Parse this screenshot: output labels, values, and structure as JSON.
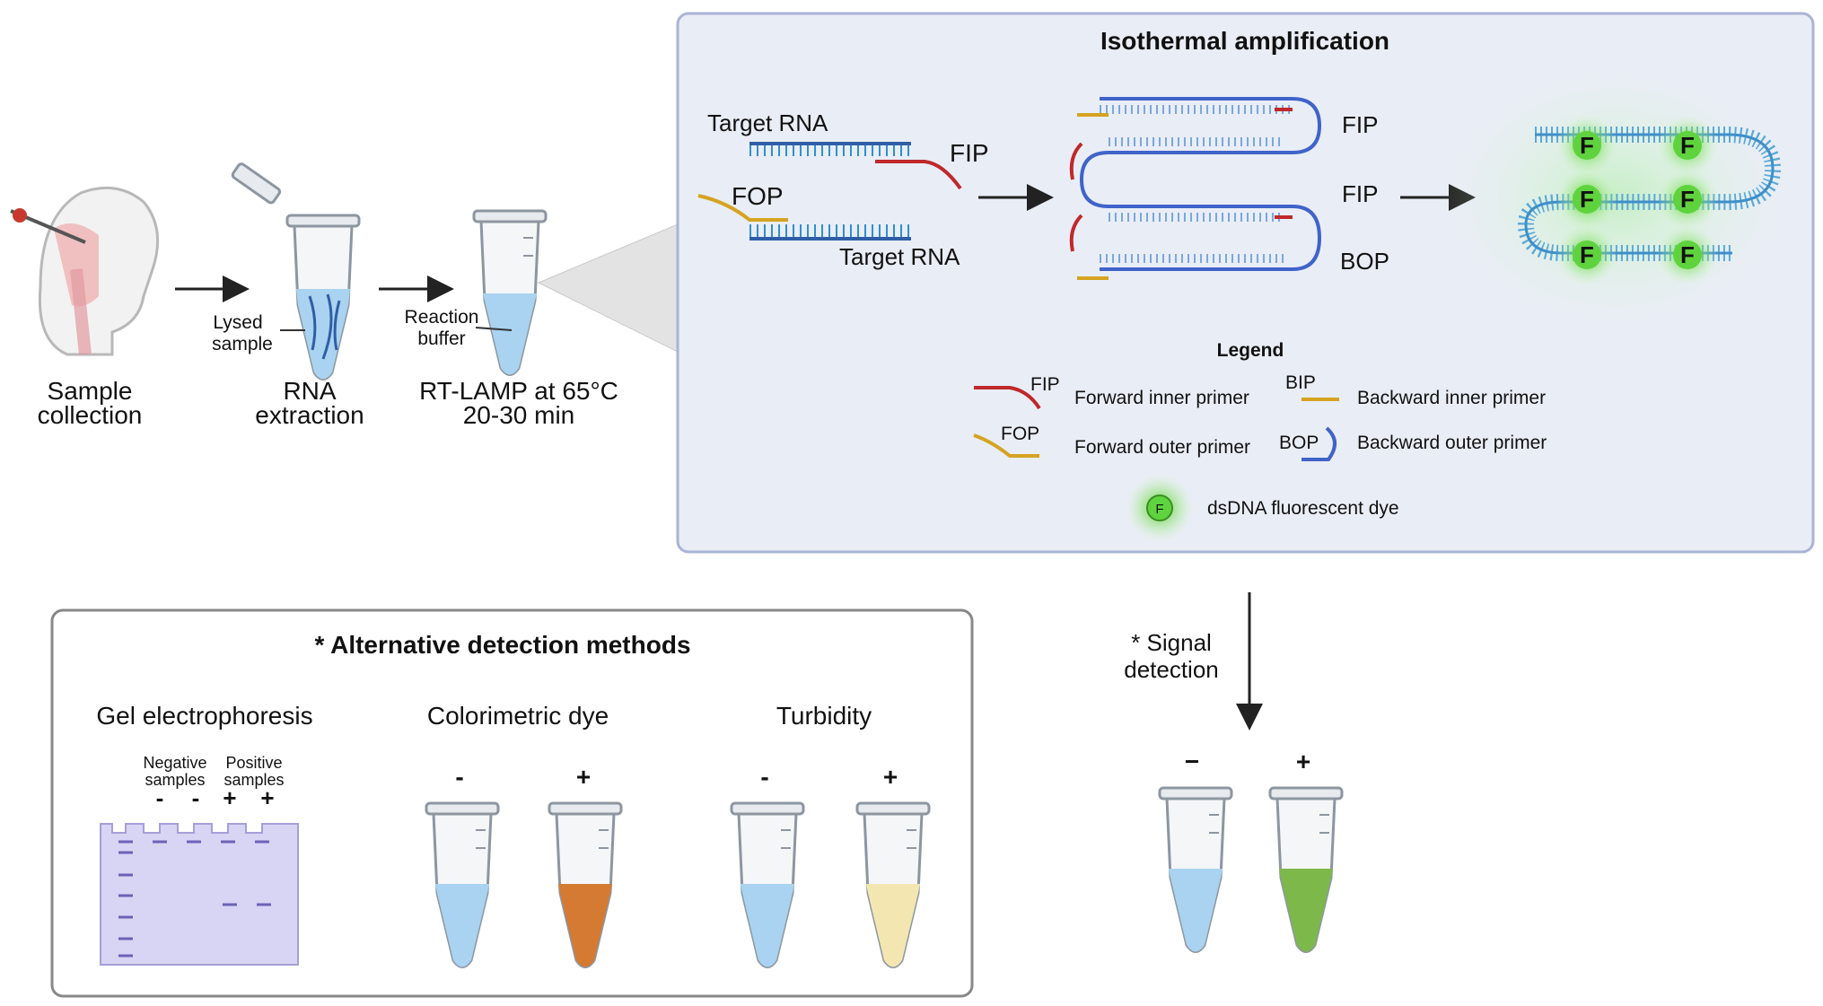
{
  "workflow": {
    "sample_collection": [
      "Sample",
      "collection"
    ],
    "rna_extraction": [
      "RNA",
      "extraction"
    ],
    "lysed_sample": [
      "Lysed",
      "sample"
    ],
    "reaction_buffer": [
      "Reaction",
      "buffer"
    ],
    "rt_lamp": [
      "RT-LAMP at 65°C",
      "20-30 min"
    ]
  },
  "isothermal": {
    "title": "Isothermal amplification",
    "target_rna_top": "Target RNA",
    "target_rna_bottom": "Target RNA",
    "fip": "FIP",
    "fop": "FOP",
    "loop_fip_1": "FIP",
    "loop_fip_2": "FIP",
    "loop_bop": "BOP",
    "dye_letter": "F",
    "legend": {
      "title": "Legend",
      "fip_tag": "FIP",
      "fip_text": "Forward inner primer",
      "bip_tag": "BIP",
      "bip_text": "Backward inner primer",
      "fop_tag": "FOP",
      "fop_text": "Forward outer primer",
      "bop_tag": "BOP",
      "bop_text": "Backward outer primer",
      "dye_tag": "F",
      "dye_text": "dsDNA fluorescent dye"
    }
  },
  "signal": {
    "label": [
      "* Signal",
      "detection"
    ],
    "negative": "−",
    "positive": "+"
  },
  "alternative": {
    "title": "* Alternative detection methods",
    "gel": {
      "title": "Gel electrophoresis",
      "negative_label": [
        "Negative",
        "samples"
      ],
      "positive_label": [
        "Positive",
        "samples"
      ],
      "lane_signs": [
        "-",
        "-",
        "+",
        "+"
      ]
    },
    "colorimetric": {
      "title": "Colorimetric dye",
      "negative": "-",
      "positive": "+"
    },
    "turbidity": {
      "title": "Turbidity",
      "negative": "-",
      "positive": "+"
    }
  },
  "colors": {
    "box_fill": "#e9edf6",
    "box_stroke": "#a9b4d6",
    "rna_strand": "#2f5ea6",
    "fip_red": "#c0282b",
    "fop_gold": "#d6a321",
    "dna_blue": "#3f63c9",
    "dye_green": "#5fd33e",
    "buffer_blue": "#a9d3f0",
    "orange": "#d57a32",
    "pale_yellow": "#f3e6b0",
    "green_tube": "#7db94a",
    "gel_purple": "#d8d4f3"
  }
}
